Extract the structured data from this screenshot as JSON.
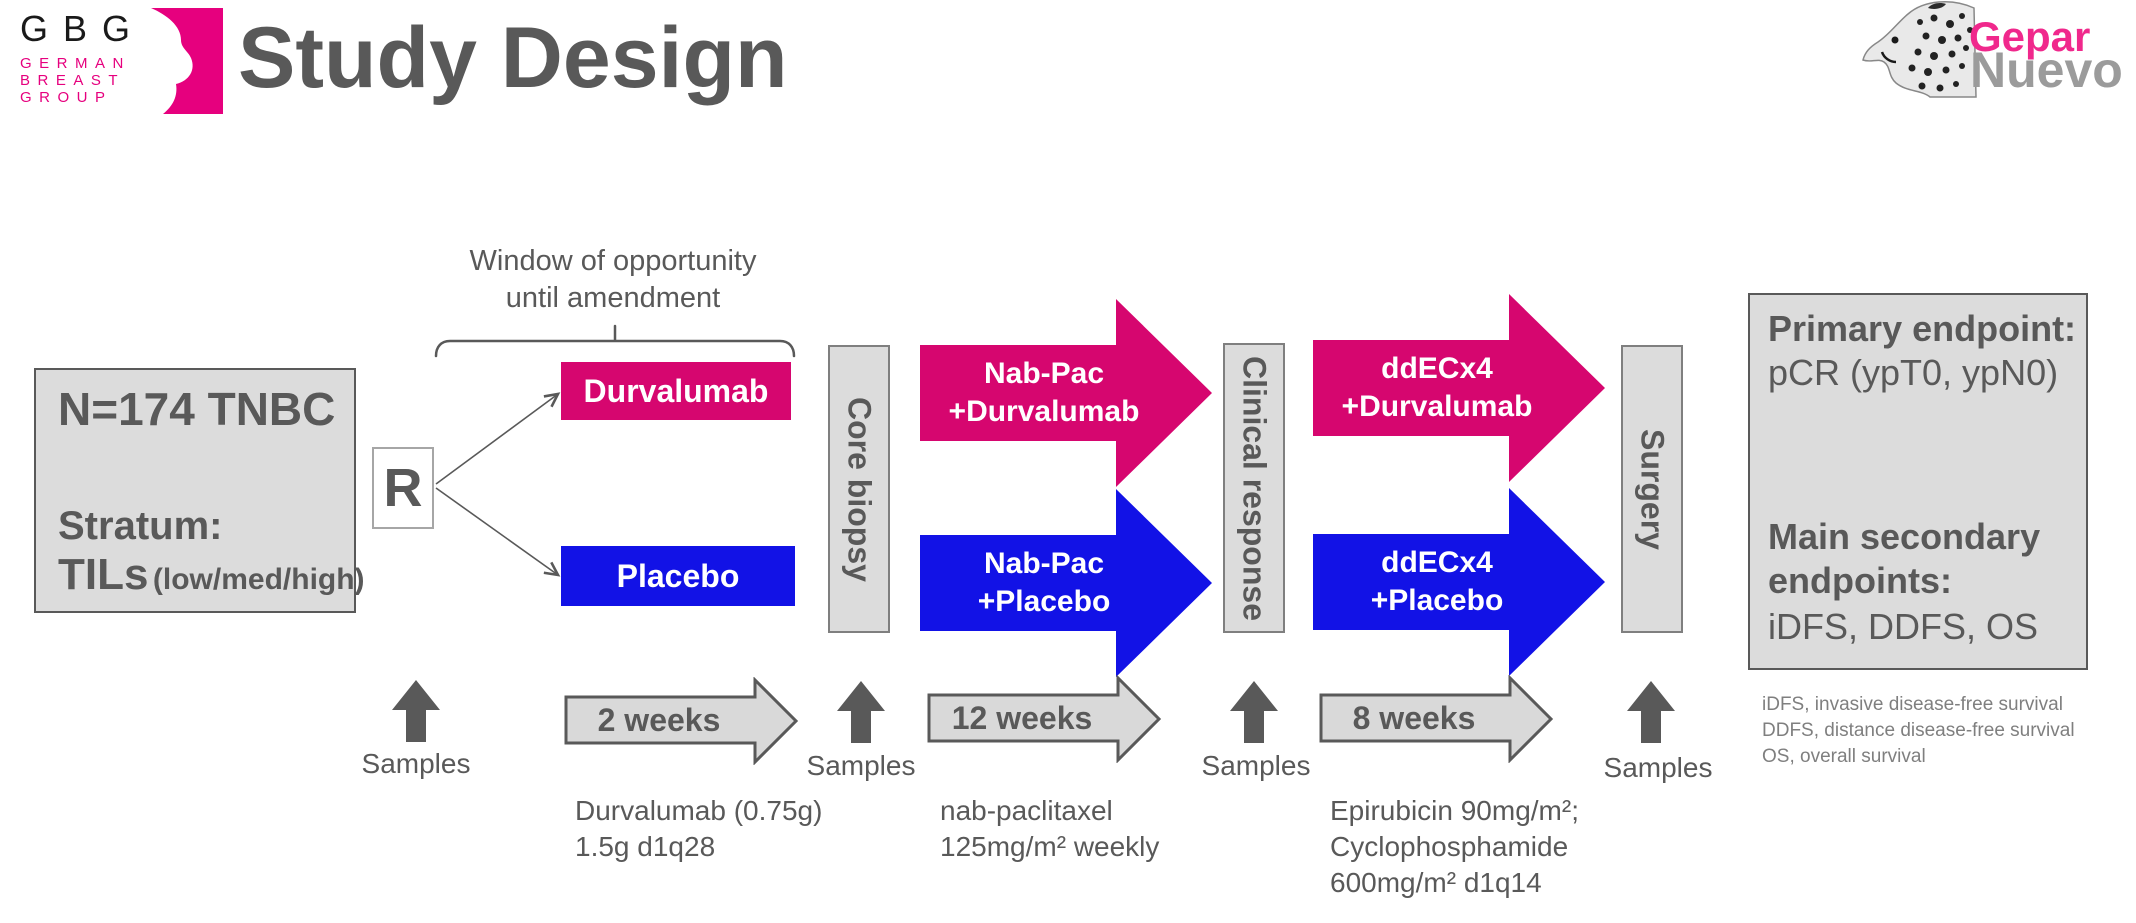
{
  "logo_gbg": {
    "acronym": "GBG",
    "line1": "GERMAN",
    "line2": "BREAST",
    "line3": "GROUP"
  },
  "title": "Study Design",
  "logo_gepar": {
    "gepar": "Gepar",
    "nuevo": "Nuevo"
  },
  "window_note": {
    "line1": "Window of opportunity",
    "line2": "until amendment"
  },
  "population": {
    "n": "N=174 TNBC",
    "stratum": "Stratum:",
    "tils": "TILs",
    "tils_detail": "(low/med/high)"
  },
  "randomization": {
    "label": "R"
  },
  "arm_boxes": {
    "durvalumab": "Durvalumab",
    "placebo": "Placebo"
  },
  "milestones": {
    "core_biopsy": "Core biopsy",
    "clinical_response": "Clinical response",
    "surgery": "Surgery"
  },
  "chemo_arrows": {
    "nabpac_durva": {
      "line1": "Nab-Pac",
      "line2": "+Durvalumab"
    },
    "nabpac_placebo": {
      "line1": "Nab-Pac",
      "line2": "+Placebo"
    },
    "ddec_durva": {
      "line1": "ddECx4",
      "line2": "+Durvalumab"
    },
    "ddec_placebo": {
      "line1": "ddECx4",
      "line2": "+Placebo"
    }
  },
  "endpoints": {
    "primary_label": "Primary endpoint:",
    "primary_value": "pCR (ypT0, ypN0)",
    "secondary_label_line1": "Main secondary",
    "secondary_label_line2": "endpoints:",
    "secondary_value": "iDFS, DDFS, OS"
  },
  "footnotes": {
    "line1": "iDFS, invasive disease-free survival",
    "line2": "DDFS, distance disease-free survival",
    "line3": "OS, overall survival"
  },
  "timeline": {
    "samples": "Samples",
    "duration1": "2 weeks",
    "duration2": "12 weeks",
    "duration3": "8 weeks",
    "note1_line1": "Durvalumab (0.75g)",
    "note1_line2": "1.5g d1q28",
    "note2_line1": "nab-paclitaxel",
    "note2_line2": "125mg/m² weekly",
    "note3_line1": "Epirubicin 90mg/m²;",
    "note3_line2": "Cyclophosphamide",
    "note3_line3": "600mg/m² d1q14"
  },
  "colors": {
    "pink": "#D6066F",
    "blue": "#1212E6",
    "light_gray": "#DCDCDC",
    "arrow_gray": "#D9D9D9",
    "dark_gray": "#595959",
    "gbg_pink": "#E6007E",
    "gepar_pink": "#F0288C",
    "gepar_gray": "#9B9B9B"
  }
}
